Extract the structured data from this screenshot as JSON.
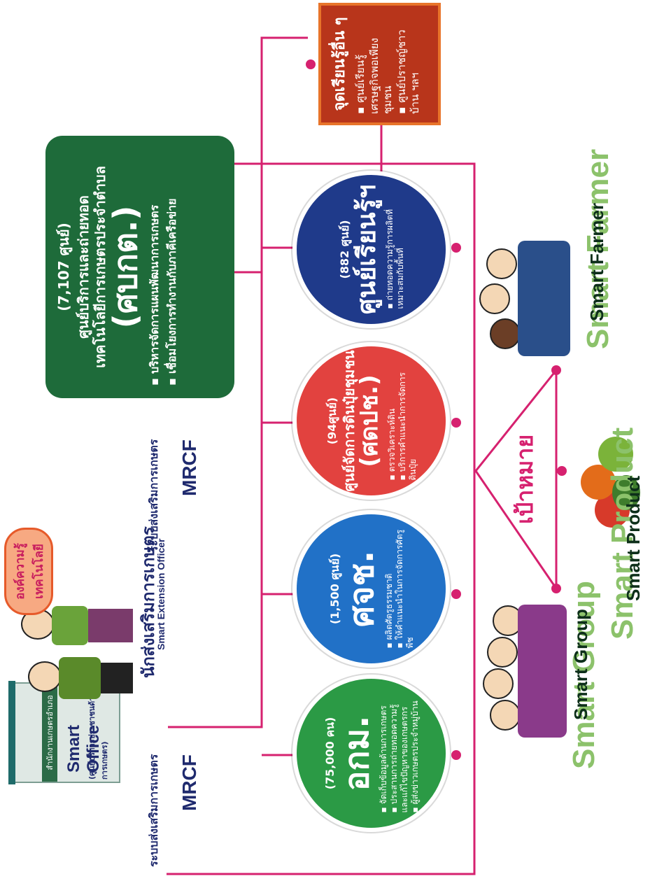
{
  "office": {
    "building_sign": "สำนักงานเกษตรอำเภอ",
    "title": "Smart Office",
    "subtitle": "(ศูนย์บริการประชาชนด้านการเกษตร)"
  },
  "bubble": {
    "line1": "องค์ความรู้",
    "line2": "เทคโนโลยี"
  },
  "officer": {
    "thai": "นักส่งเสริมการเกษตร",
    "english": "Smart Extension Officer"
  },
  "mrcf": [
    {
      "system": "ระบบส่งเสริมการเกษตร",
      "abbr": "MRCF"
    },
    {
      "system": "ระบบส่งเสริมการเกษตร",
      "abbr": "MRCF"
    }
  ],
  "green_box": {
    "count": "(7,107 ศูนย์)",
    "name_line1": "ศูนย์บริการและถ่ายทอด",
    "name_line2": "เทคโนโลยีการเกษตรประจำตำบล",
    "abbr": "(ศบกต.)",
    "bullets": [
      "บริหารจัดการแผนพัฒนาการเกษตร",
      "เชื่อมโยงการทำงานกับภาคีเครือข่าย"
    ]
  },
  "red_box": {
    "title": "จุดเรียนรู้อื่น ๆ",
    "bullets": [
      "ศูนย์เรียนรู้เศรษฐกิจพอเพียงชุมชน",
      "ศูนย์ปราชญ์ชาวบ้าน ฯลฯ"
    ]
  },
  "circles": [
    {
      "count": "(75,000 คน)",
      "abbr": "อกม.",
      "name": "",
      "bullets": [
        "จัดเก็บข้อมูลด้านการเกษตร",
        "ประสานการถ่ายทอดความรู้และแก้ไขปัญหาของเกษตรกร",
        "ผู้ส่งข่าวเกษตรประจำหมู่บ้าน"
      ],
      "color": "#2b9a45"
    },
    {
      "count": "(1,500 ศูนย์)",
      "abbr": "ศจช.",
      "name": "",
      "bullets": [
        "ผลิตศัตรูธรรมชาติ",
        "ให้คำแนะนำในการจัดการศัตรูพืช"
      ],
      "color": "#2171c7"
    },
    {
      "count": "(94ศูนย์)",
      "abbr": "(ศดปช.)",
      "name": "ศูนย์จัดการดินปุ๋ยชุมชน",
      "bullets": [
        "ตรวจวิเคราะห์ดิน",
        "บริการคำแนะนำการจัดการดินปุ๋ย"
      ],
      "color": "#e2423f"
    },
    {
      "count": "(882 ศูนย์)",
      "abbr": "ศูนย์เรียนรู้ฯ",
      "name": "",
      "bullets": [
        "ถ่ายทอดความรู้การผลิตที่เหมาะสมกับพื้นที่"
      ],
      "color": "#1f3a8a"
    }
  ],
  "goal": {
    "word": "เป้าหมาย",
    "items": [
      {
        "ghost": "Smart Group",
        "main": "Smart Group"
      },
      {
        "ghost": "Smart Product",
        "main": "Smart Product"
      },
      {
        "ghost": "Smart Farmer",
        "main": "Smart Farmer"
      }
    ]
  },
  "colors": {
    "connector": "#d6216f",
    "navy": "#1f2a6e",
    "green_box": "#1e6b3a",
    "red_box": "#b8351b",
    "red_border": "#e8742a",
    "smart_ghost": "#8cc26b",
    "smart_main": "#0d2f1a"
  }
}
